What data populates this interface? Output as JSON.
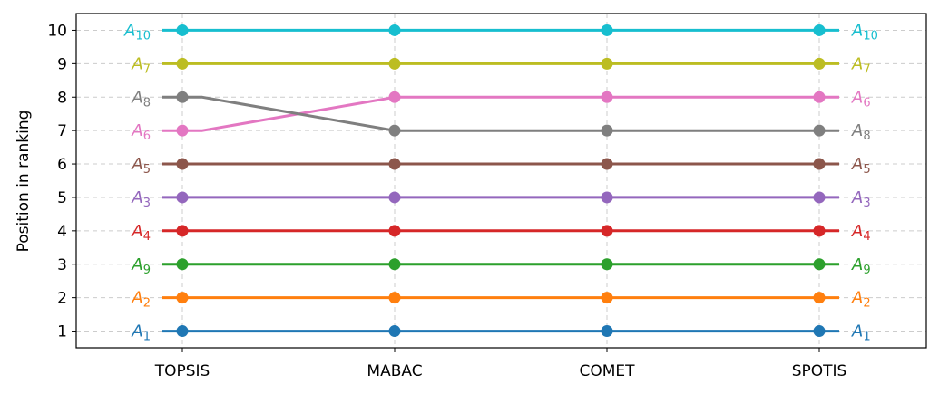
{
  "chart_data": {
    "type": "line",
    "title": "",
    "xlabel": "",
    "ylabel": "Position in ranking",
    "categories": [
      "TOPSIS",
      "MABAC",
      "COMET",
      "SPOTIS"
    ],
    "yticks": [
      1,
      2,
      3,
      4,
      5,
      6,
      7,
      8,
      9,
      10
    ],
    "ylim": [
      0.5,
      10.5
    ],
    "grid": true,
    "series": [
      {
        "label": "A",
        "sub": "1",
        "color": "#1f77b4",
        "values": [
          1,
          1,
          1,
          1
        ]
      },
      {
        "label": "A",
        "sub": "2",
        "color": "#ff7f0e",
        "values": [
          2,
          2,
          2,
          2
        ]
      },
      {
        "label": "A",
        "sub": "9",
        "color": "#2ca02c",
        "values": [
          3,
          3,
          3,
          3
        ]
      },
      {
        "label": "A",
        "sub": "4",
        "color": "#d62728",
        "values": [
          4,
          4,
          4,
          4
        ]
      },
      {
        "label": "A",
        "sub": "3",
        "color": "#9467bd",
        "values": [
          5,
          5,
          5,
          5
        ]
      },
      {
        "label": "A",
        "sub": "5",
        "color": "#8c564b",
        "values": [
          6,
          6,
          6,
          6
        ]
      },
      {
        "label": "A",
        "sub": "6",
        "color": "#e377c2",
        "values": [
          7,
          8,
          8,
          8
        ]
      },
      {
        "label": "A",
        "sub": "8",
        "color": "#7f7f7f",
        "values": [
          8,
          7,
          7,
          7
        ]
      },
      {
        "label": "A",
        "sub": "7",
        "color": "#bcbd22",
        "values": [
          9,
          9,
          9,
          9
        ]
      },
      {
        "label": "A",
        "sub": "10",
        "color": "#17becf",
        "values": [
          10,
          10,
          10,
          10
        ]
      }
    ]
  }
}
